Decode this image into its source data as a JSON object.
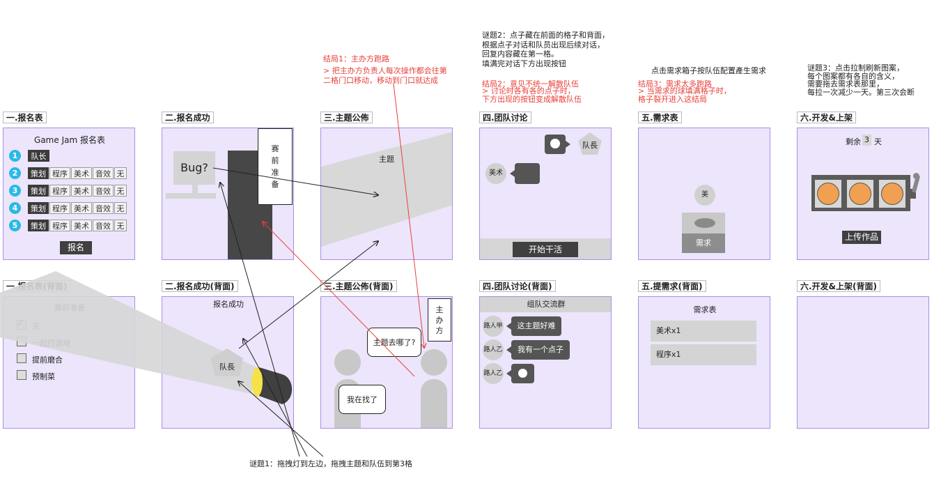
{
  "notes": {
    "ending1_title": "结局1：主办方跑路",
    "ending1_body": "> 把主办方负责人每次操作都会往第\n二格门口移动，移动到门口就达成",
    "puzzle2": "谜题2：点子藏在前面的格子和背面，\n根据点子对话和队员出现后续对话，\n回复内容藏在第一格。\n填满完对话下方出现按钮",
    "ending2_title": "结局2：意见不统一解散队伍",
    "ending2_body": "> 讨论时各有各的点子时，\n下方出现的按钮变成解散队伍",
    "demand_hint": "点击需求箱子按队伍配置產生需求",
    "ending3_title": "结局3：需求太多跑路",
    "ending3_body": "> 当需求的球填满格子时，\n格子裂开进入这结局",
    "puzzle3": "谜题3：点击拉制刷新图案，\n每个图案都有各自的含义，\n需要拖去需求表那里，\n每拉一次减少一天。第三次会断",
    "puzzle1": "谜题1：拖拽灯到左边，拖拽主题和队伍到第3格"
  },
  "titles": {
    "p1": "一.报名表",
    "p2": "二.报名成功",
    "p3": "三.主题公佈",
    "p4": "四.团队讨论",
    "p5": "五.需求表",
    "p6": "六.开发&上架",
    "b1": "一.报名表(背面)",
    "b2": "二.报名成功(背面)",
    "b3": "三.主题公佈(背面)",
    "b4": "四.团队讨论(背面)",
    "b5": "五.提需求(背面)",
    "b6": "六.开发&上架(背面)"
  },
  "p1": {
    "heading": "Game Jam 报名表",
    "rows": [
      {
        "n": "1",
        "cells": [
          "队长"
        ]
      },
      {
        "n": "2",
        "cells": [
          "策划",
          "程序",
          "美术",
          "音效",
          "无"
        ]
      },
      {
        "n": "3",
        "cells": [
          "策划",
          "程序",
          "美术",
          "音效",
          "无"
        ]
      },
      {
        "n": "4",
        "cells": [
          "策划",
          "程序",
          "美术",
          "音效",
          "无"
        ]
      },
      {
        "n": "5",
        "cells": [
          "策划",
          "程序",
          "美术",
          "音效",
          "无"
        ]
      }
    ],
    "button": "报名"
  },
  "p2": {
    "screen_text": "Bug?",
    "sign": "赛\n前\n准\n备"
  },
  "p3": {
    "theme": "主题"
  },
  "p4": {
    "captain": "队長",
    "art": "美术",
    "button": "开始干活"
  },
  "p5": {
    "person": "美",
    "box_label": "需求"
  },
  "p6": {
    "remaining_prefix": "剩余",
    "days": "3",
    "remaining_suffix": "天",
    "button": "上传作品"
  },
  "b1": {
    "heading": "赛前准备",
    "options": [
      {
        "label": "无",
        "checked": true
      },
      {
        "label": "一起打游戏",
        "checked": false
      },
      {
        "label": "提前磨合",
        "checked": false
      },
      {
        "label": "预制菜",
        "checked": false
      }
    ]
  },
  "b2": {
    "heading": "报名成功",
    "captain": "队長"
  },
  "b3": {
    "organizer": "主\n办\n方",
    "q": "主题去哪了?",
    "a": "我在找了"
  },
  "b4": {
    "heading": "组队交流群",
    "msgs": [
      {
        "who": "路人甲",
        "text": "这主题好难"
      },
      {
        "who": "路人乙",
        "text": "我有一个点子"
      },
      {
        "who": "路人乙",
        "text": ""
      }
    ]
  },
  "b5": {
    "heading": "需求表",
    "items": [
      "美术x1",
      "程序x1"
    ]
  }
}
